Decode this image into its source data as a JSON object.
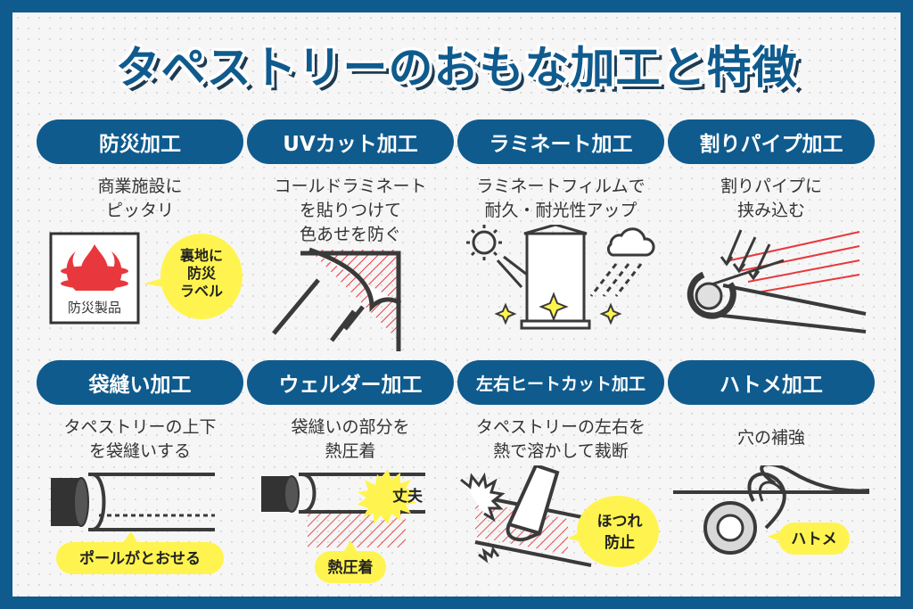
{
  "title": "タペストリーのおもな加工と特徴",
  "colors": {
    "navy": "#0f5b8e",
    "red": "#e8383d",
    "yellow": "#fff44f",
    "dark": "#3a3a3a"
  },
  "cards": [
    {
      "label": "防災加工",
      "desc": [
        "商業施設に",
        "ピッタリ"
      ],
      "bubble": [
        "裏地に",
        "防災",
        "ラベル"
      ],
      "badge": "防災製品",
      "icon": "flame-icon"
    },
    {
      "label": "UVカット加工",
      "desc": [
        "コールドラミネート",
        "を貼りつけて",
        "色あせを防ぐ"
      ],
      "icon": "peeling-film-icon"
    },
    {
      "label": "ラミネート加工",
      "desc": [
        "ラミネートフィルムで",
        "耐久・耐光性アップ"
      ],
      "icon": "sun-rain-banner-icon"
    },
    {
      "label": "割りパイプ加工",
      "desc": [
        "割りパイプに",
        "挟み込む"
      ],
      "icon": "split-pipe-icon"
    },
    {
      "label": "袋縫い加工",
      "desc": [
        "タペストリーの上下",
        "を袋縫いする"
      ],
      "bubble": [
        "ポールがとおせる"
      ],
      "icon": "pole-sleeve-icon"
    },
    {
      "label": "ウェルダー加工",
      "desc": [
        "袋縫いの部分を",
        "熱圧着"
      ],
      "bubble": [
        "丈夫",
        "熱圧着"
      ],
      "icon": "welder-icon"
    },
    {
      "label": "左右ヒートカット加工",
      "desc": [
        "タペストリーの左右を",
        "熱で溶かして裁断"
      ],
      "bubble": [
        "ほつれ",
        "防止"
      ],
      "icon": "heat-cut-icon"
    },
    {
      "label": "ハトメ加工",
      "desc": [
        "穴の補強"
      ],
      "bubble": [
        "ハトメ"
      ],
      "icon": "grommet-icon"
    }
  ]
}
